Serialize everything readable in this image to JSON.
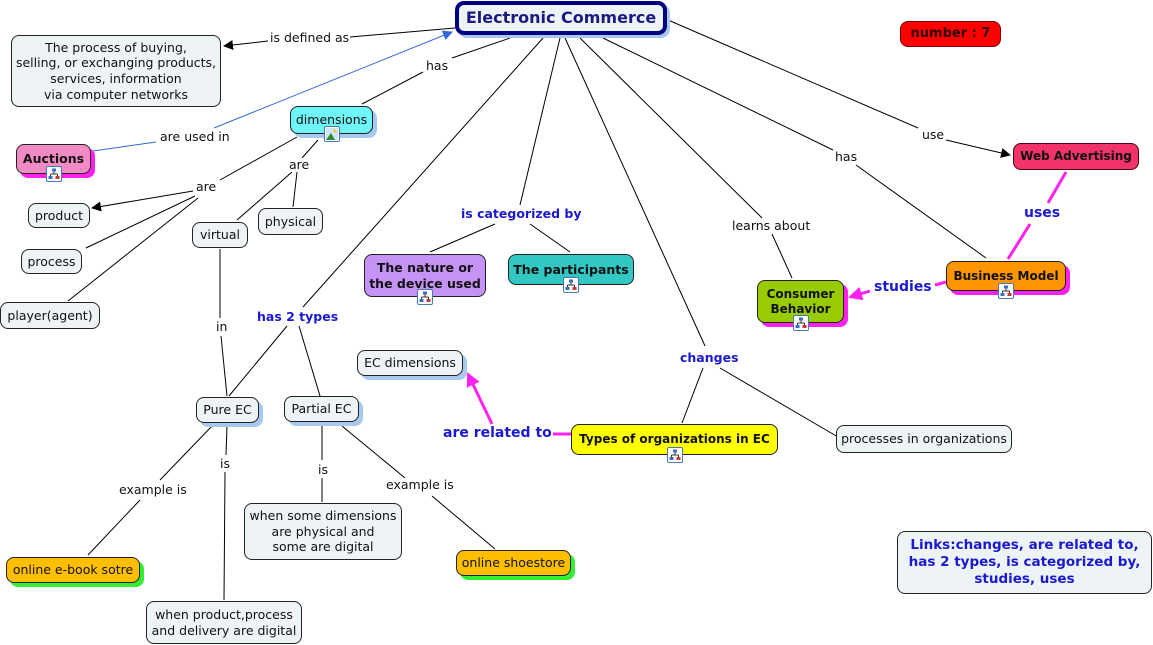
{
  "map": {
    "title": "Electronic Commerce",
    "number_badge": "number : 7",
    "legend_text": "Links:changes, are related to,\nhas 2 types, is categorized by,\nstudies, uses"
  },
  "nodes": {
    "ec": "Electronic Commerce",
    "definition": "The process of buying,\nselling, or exchanging products,\nservices, information\nvia computer networks",
    "auctions": "Auctions",
    "dimensions": "dimensions",
    "product": "product",
    "process": "process",
    "player": "player(agent)",
    "virtual": "virtual",
    "physical": "physical",
    "nature": "The nature or\nthe device used",
    "participants": "The participants",
    "web_advertising": "Web Advertising",
    "business_model": "Business Model",
    "consumer_behavior": "Consumer\nBehavior",
    "ec_dimensions": "EC dimensions",
    "types_orgs": "Types of organizations in EC",
    "processes_orgs": "processes in organizations",
    "pure_ec": "Pure EC",
    "partial_ec": "Partial EC",
    "partial_def": "when some dimensions\nare physical and\nsome are digital",
    "pure_def": "when product,process\nand delivery are digital",
    "ebook": "online e-book sotre",
    "shoestore": "online shoestore"
  },
  "links": {
    "is_defined_as": "is defined as",
    "has_dimensions": "has",
    "are_used_in": "are used in",
    "are_left": "are",
    "are_right": "are",
    "is_categorized_by": "is categorized by",
    "has_2_types": "has 2 types",
    "in": "in",
    "learns_about": "learns about",
    "has_bm": "has",
    "use": "use",
    "uses": "uses",
    "studies": "studies",
    "changes": "changes",
    "are_related_to": "are related to",
    "pure_example": "example is",
    "pure_is": "is",
    "partial_is": "is",
    "partial_example": "example is"
  },
  "colors": {
    "title_border": "#000080",
    "title_text": "#1a1a80",
    "badge": "#ff0000",
    "auctions": "#f28ac4",
    "dimensions": "#6ff5f7",
    "nature": "#c592f5",
    "participants": "#33c7c4",
    "web_advertising": "#f2336a",
    "business_model": "#ff9600",
    "consumer_behavior": "#99cc00",
    "types_orgs": "#ffff00",
    "example": "#ffbf00",
    "magenta_link": "#ff22ee",
    "blue_link": "#1a1acc"
  }
}
